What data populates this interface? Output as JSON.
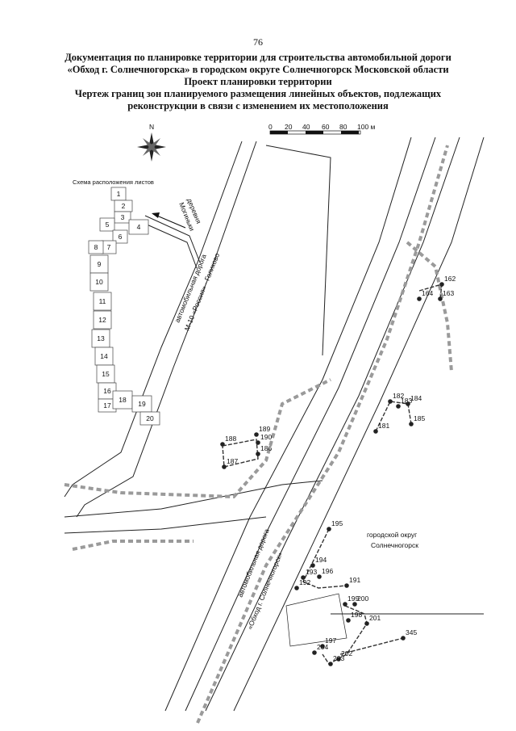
{
  "page_number": "76",
  "title_lines": [
    "Документация по планировке территории для строительства автомобильной дороги",
    "«Обход г. Солнечногорска» в городском округе Солнечногорск Московской области",
    "Проект планировки территории",
    "Чертеж границ зон планируемого размещения линейных объектов, подлежащих",
    "реконструкции в связи с изменением их местоположения"
  ],
  "north_label": "N",
  "scale": {
    "ticks": [
      "0",
      "20",
      "40",
      "60",
      "80",
      "100 м"
    ]
  },
  "sheet_scheme": {
    "title": "Схема расположения листов",
    "sheets": [
      "1",
      "2",
      "3",
      "4",
      "5",
      "6",
      "7",
      "8",
      "9",
      "10",
      "11",
      "12",
      "13",
      "14",
      "15",
      "16",
      "17",
      "18",
      "19",
      "20"
    ]
  },
  "labels": {
    "village": [
      "деревня",
      "Могиньки"
    ],
    "road_m10": [
      "автомобильная дорога",
      "М-10 «Россия» - Голиково"
    ],
    "road_bypass": [
      "автомобильная дорога",
      "«Обход г. Солнечногорск»"
    ],
    "district": [
      "городской округ",
      "Солнечногорск"
    ]
  },
  "points": [
    "162",
    "163",
    "164",
    "181",
    "182",
    "183",
    "184",
    "185",
    "186",
    "187",
    "188",
    "189",
    "190",
    "191",
    "192",
    "193",
    "194",
    "195",
    "196",
    "197",
    "198",
    "199",
    "200",
    "201",
    "202",
    "203",
    "204",
    "345"
  ]
}
